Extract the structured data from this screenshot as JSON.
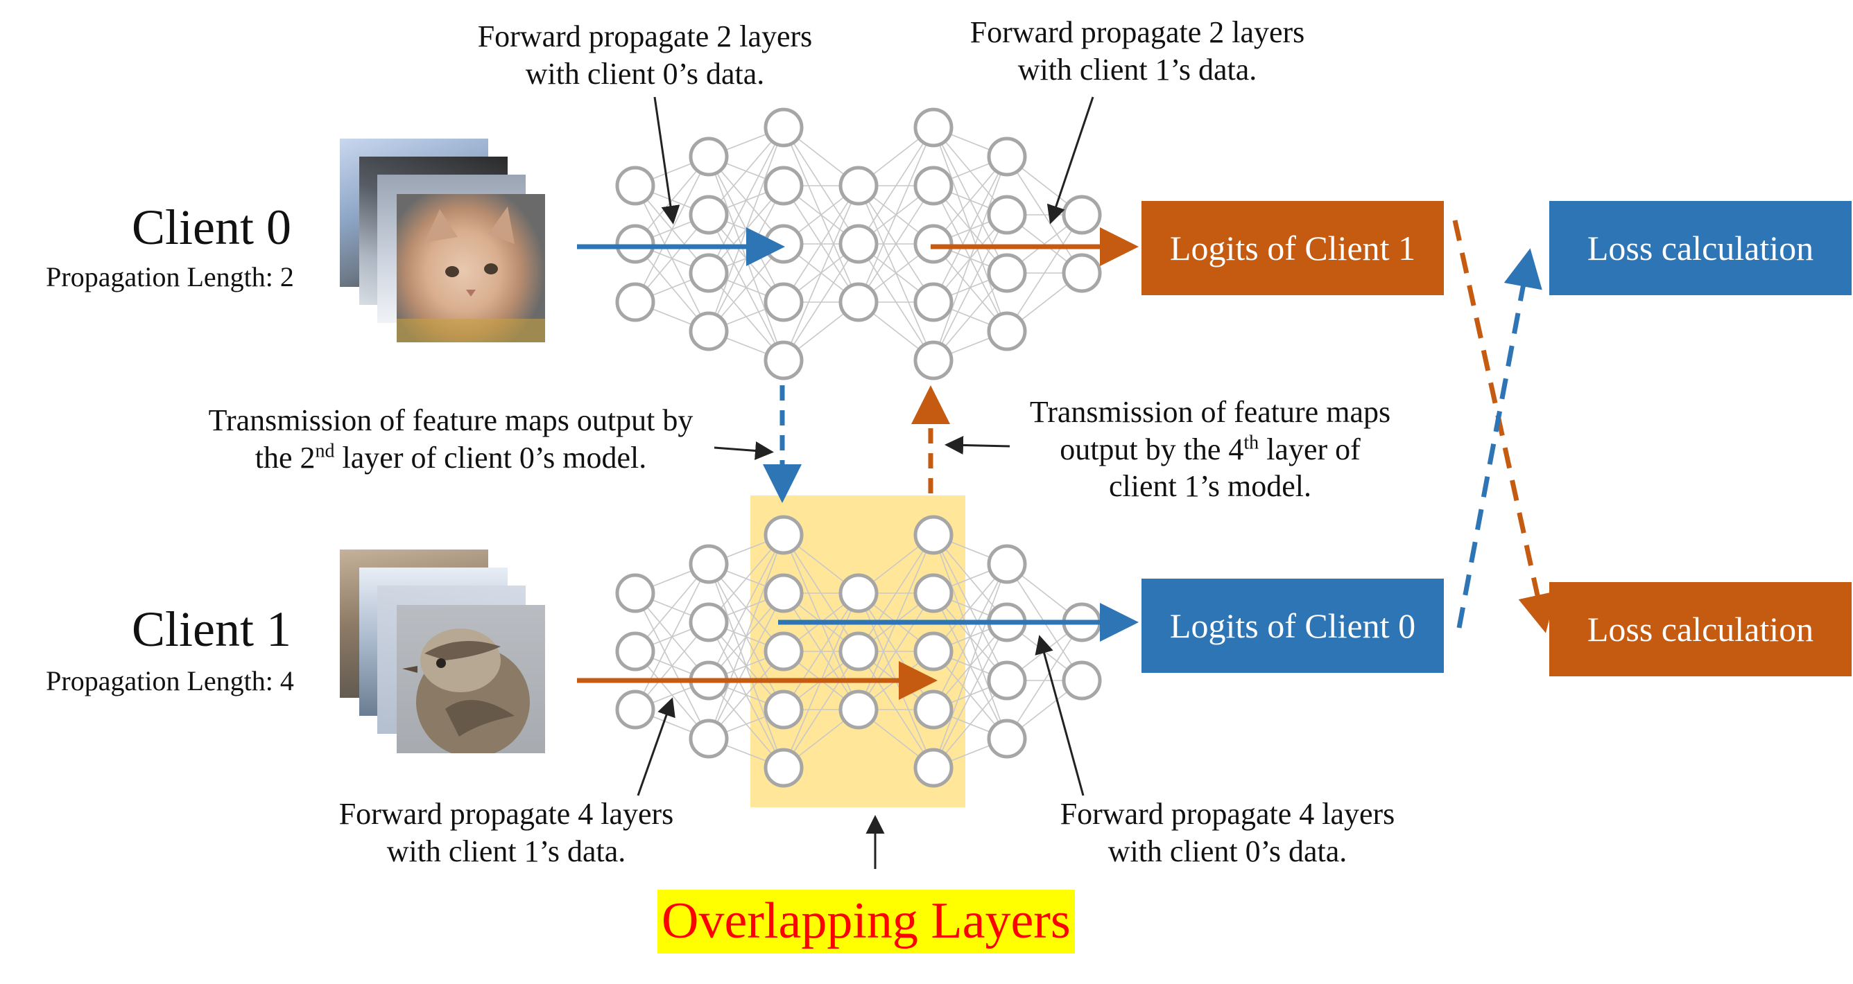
{
  "colors": {
    "blue": "#2e75b6",
    "orange": "#c55a11",
    "overlap_fill": "#ffe699",
    "node_stroke": "#a6a6a6",
    "highlight_yellow": "#ffff00",
    "highlight_red": "#ff0000"
  },
  "client0": {
    "name": "Client 0",
    "propagation": "Propagation Length: 2",
    "image_icon": "cat-photo"
  },
  "client1": {
    "name": "Client 1",
    "propagation": "Propagation Length: 4",
    "image_icon": "bird-photo"
  },
  "annotations": {
    "top_left": {
      "line1": "Forward propagate 2 layers",
      "line2": "with client 0’s data."
    },
    "top_right": {
      "line1": "Forward propagate 2 layers",
      "line2": "with client 1’s data."
    },
    "transmission_left": {
      "line1": "Transmission of feature maps output by",
      "line2_a": "the 2",
      "line2_sup": "nd",
      "line2_b": " layer of client 0’s model."
    },
    "transmission_right": {
      "line1": "Transmission of feature maps",
      "line2_a": "output by the 4",
      "line2_sup": "th",
      "line2_b": " layer of",
      "line3": "client 1’s model."
    },
    "bottom_left": {
      "line1": "Forward propagate 4 layers",
      "line2": "with client 1’s data."
    },
    "bottom_right": {
      "line1": "Forward propagate 4 layers",
      "line2": "with client 0’s data."
    }
  },
  "boxes": {
    "logits_client1": "Logits of Client 1",
    "logits_client0": "Logits of Client 0",
    "loss_top": "Loss calculation",
    "loss_bottom": "Loss calculation"
  },
  "overlap_label": "Overlapping Layers"
}
